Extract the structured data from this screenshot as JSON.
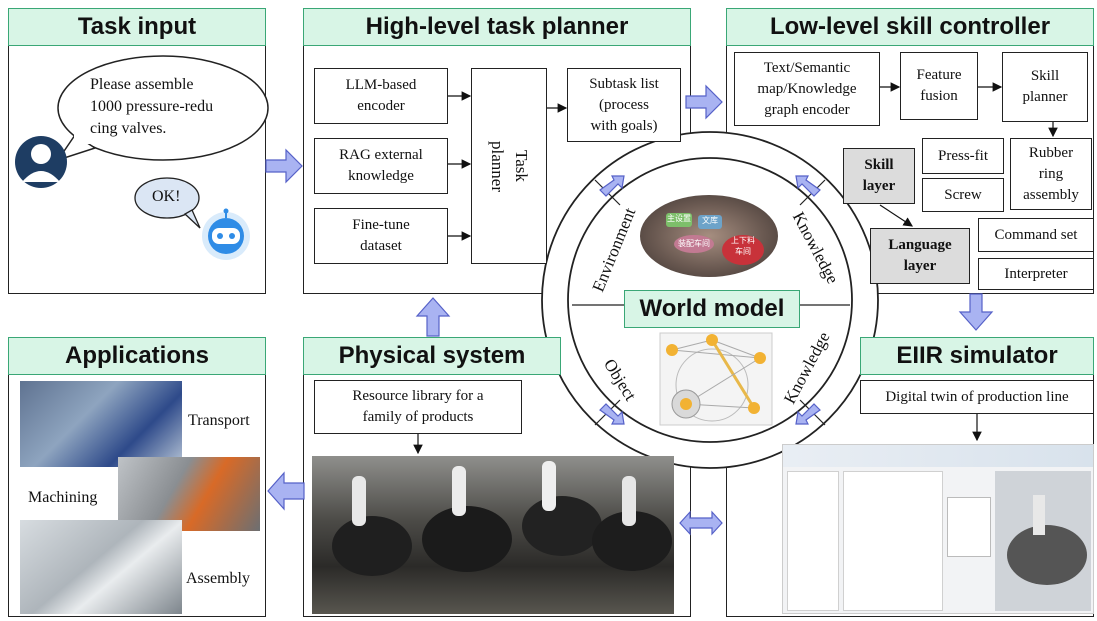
{
  "panels": {
    "task_input": {
      "title": "Task input",
      "speech": "Please assemble\n1000 pressure-redu\ncing valves.",
      "reply": "OK!"
    },
    "high_level": {
      "title": "High-level task planner",
      "llm_encoder": "LLM-based\nencoder",
      "rag": "RAG external\nknowledge",
      "finetune": "Fine-tune\ndataset",
      "task_planner": "Task\nplanner",
      "subtask": "Subtask list\n(process\nwith goals)"
    },
    "low_level": {
      "title": "Low-level skill controller",
      "encoder": "Text/Semantic\nmap/Knowledge\ngraph encoder",
      "fusion": "Feature\nfusion",
      "skill_planner": "Skill\nplanner",
      "skill_layer": "Skill\nlayer",
      "press_fit": "Press-fit",
      "screw": "Screw",
      "rubber": "Rubber\nring\nassembly",
      "language_layer": "Language\nlayer",
      "command_set": "Command set",
      "interpreter": "Interpreter"
    },
    "applications": {
      "title": "Applications",
      "transport": "Transport",
      "machining": "Machining",
      "assembly": "Assembly"
    },
    "physical": {
      "title": "Physical system",
      "resource": "Resource library for a\nfamily of products"
    },
    "simulator": {
      "title": "EIIR simulator",
      "digital_twin": "Digital twin of production line"
    },
    "world": {
      "title": "World model",
      "environment": "Environment",
      "knowledge_top": "Knowledge",
      "object": "Object",
      "knowledge_bottom": "Knowledge",
      "map_labels": [
        "主设置",
        "文库",
        "装配车间",
        "上下料\n车间"
      ]
    }
  },
  "colors": {
    "title_fill": "#d8f5e6",
    "title_border": "#3aa776",
    "arrow_fill": "#a9b3f2",
    "arrow_border": "#5661c8",
    "gray_box": "#dcdcdc"
  }
}
